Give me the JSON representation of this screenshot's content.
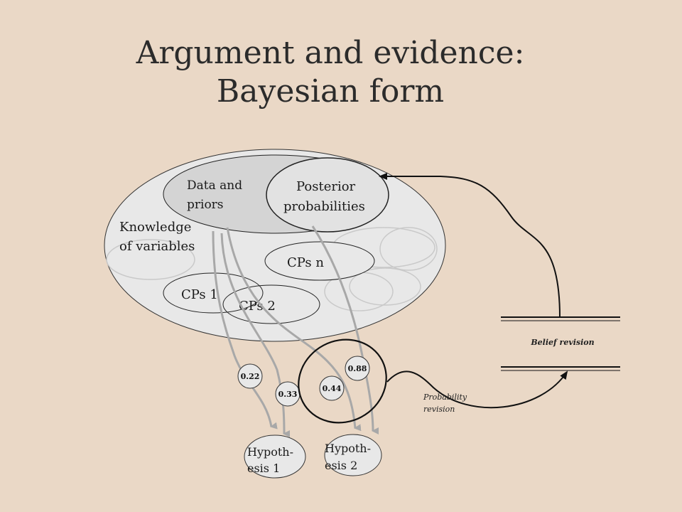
{
  "title": {
    "line1": "Argument and evidence:",
    "line2": "Bayesian form"
  },
  "nodes": {
    "data_priors": [
      "Data and",
      "priors"
    ],
    "posterior": [
      "Posterior",
      "probabilities"
    ],
    "knowledge": [
      "Knowledge",
      "of variables"
    ],
    "cps_n": "CPs n",
    "cps_1": "CPs 1",
    "cps_2": "CPs 2",
    "hyp1": [
      "Hypoth-",
      "esis 1"
    ],
    "hyp2": [
      "Hypoth-",
      "esis 2"
    ]
  },
  "probabilities": {
    "p1": "0.22",
    "p2": "0.33",
    "p3": "0.44",
    "p4": "0.88"
  },
  "labels": {
    "belief_revision": "Belief revision",
    "probability_revision": [
      "Probability",
      "revision"
    ]
  }
}
